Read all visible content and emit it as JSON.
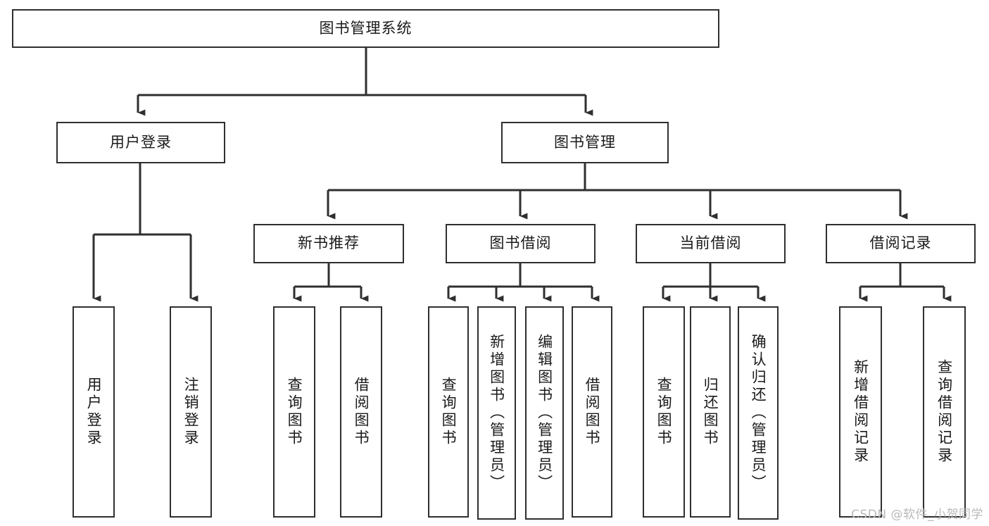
{
  "diagram": {
    "title": "图书管理系统",
    "type": "tree-hierarchy-chart",
    "line_color": "#2f2f2f",
    "box_fill": "#ffffff",
    "text_color": "#1a1a1a",
    "watermark": "CSDN @软件_小贺同学"
  },
  "nodes": {
    "root": {
      "label": "图书管理系统"
    },
    "level1": [
      {
        "label": "用户登录"
      },
      {
        "label": "图书管理"
      }
    ],
    "level2": [
      {
        "label": "新书推荐"
      },
      {
        "label": "图书借阅"
      },
      {
        "label": "当前借阅"
      },
      {
        "label": "借阅记录"
      }
    ],
    "leaves": {
      "user_login": [
        {
          "label": "用户登录"
        },
        {
          "label": "注销登录"
        }
      ],
      "new_book_recommend": [
        {
          "label": "查询图书"
        },
        {
          "label": "借阅图书"
        }
      ],
      "book_borrow": [
        {
          "label": "查询图书"
        },
        {
          "label": "新增图书（管理员）"
        },
        {
          "label": "编辑图书（管理员）"
        },
        {
          "label": "借阅图书"
        }
      ],
      "current_borrow": [
        {
          "label": "查询图书"
        },
        {
          "label": "归还图书"
        },
        {
          "label": "确认归还（管理员）"
        }
      ],
      "borrow_record": [
        {
          "label": "新增借阅记录"
        },
        {
          "label": "查询借阅记录"
        }
      ]
    }
  }
}
